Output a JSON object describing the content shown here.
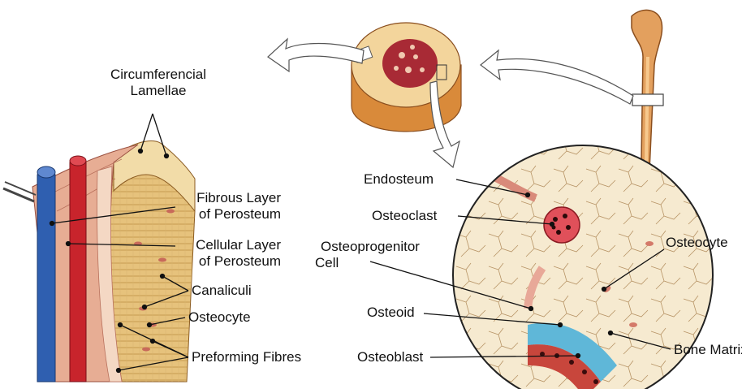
{
  "labels": {
    "circumferencial_lamellae": [
      "Circumferencial",
      "Lamellae"
    ],
    "fibrous_layer": [
      "Fibrous Layer",
      "of Perosteum"
    ],
    "cellular_layer": [
      "Cellular Layer",
      "of Perosteum"
    ],
    "canaliculi": "Canaliculi",
    "osteocyte_left": "Osteocyte",
    "preforming_fibres": "Preforming Fibres",
    "endosteum": "Endosteum",
    "osteoclast": "Osteoclast",
    "osteoprogenitor": [
      "Osteoprogenitor",
      "Cell"
    ],
    "osteoid": "Osteoid",
    "osteoblast": "Osteoblast",
    "osteocyte_right": "Osteocyte",
    "bone_matrix": "Bone Matrix"
  },
  "colors": {
    "bone": "#e3a05e",
    "bone_dark": "#b5651d",
    "marrow": "#b0303a",
    "matrix": "#f6ead0",
    "artery": "#c8242c",
    "vein": "#2f5fb0",
    "periosteum": "#e8b39a",
    "osteoid": "#5fb7d8",
    "osteoblast": "#c8463c"
  }
}
